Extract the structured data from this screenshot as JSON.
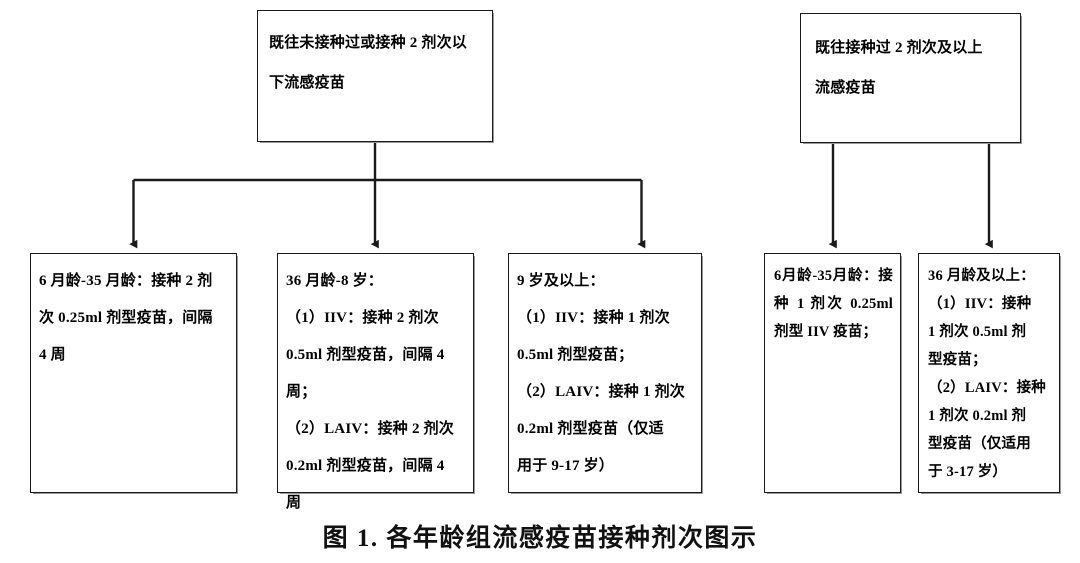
{
  "figure": {
    "caption": "图 1. 各年龄组流感疫苗接种剂次图示",
    "line_color": "#1a1a1a",
    "box_border_color": "#1a1a1a",
    "background": "#ffffff"
  },
  "groups": [
    {
      "id": "group-left",
      "root": {
        "name": "previously-unvaccinated-or-under-2-doses",
        "text": "既往未接种过或接种 2 剂次以\n下流感疫苗"
      },
      "children": [
        {
          "name": "age-6m-35m-two-doses",
          "text": "6 月龄-35 月龄：接种 2 剂\n次 0.25ml 剂型疫苗，间隔\n4 周"
        },
        {
          "name": "age-36m-8y-two-doses",
          "text": "36 月龄-8 岁：\n（1）IIV：接种 2 剂次\n0.5ml 剂型疫苗，间隔 4\n周；\n（2）LAIV：接种 2 剂次\n0.2ml 剂型疫苗，间隔 4\n周"
        },
        {
          "name": "age-9y-and-above-one-dose",
          "text": "9 岁及以上：\n（1）IIV：接种 1 剂次\n0.5ml 剂型疫苗；\n（2）LAIV：接种 1 剂次\n0.2ml 剂型疫苗（仅适\n用于 9-17 岁）"
        }
      ]
    },
    {
      "id": "group-right",
      "root": {
        "name": "previously-vaccinated-two-or-more-doses",
        "text": "既往接种过 2 剂次及以上\n流感疫苗"
      },
      "children": [
        {
          "name": "age-6m-35m-one-dose-iiv",
          "text": "6月龄-35月龄：接种 1 剂次 0.25ml 剂型 IIV 疫苗；"
        },
        {
          "name": "age-36m-and-above-one-dose",
          "text": "36 月龄及以上：\n（1）IIV：接种\n1 剂次 0.5ml 剂\n型疫苗；\n（2）LAIV：接种\n1 剂次 0.2ml 剂\n型疫苗（仅适用\n于 3-17 岁）"
        }
      ]
    }
  ]
}
